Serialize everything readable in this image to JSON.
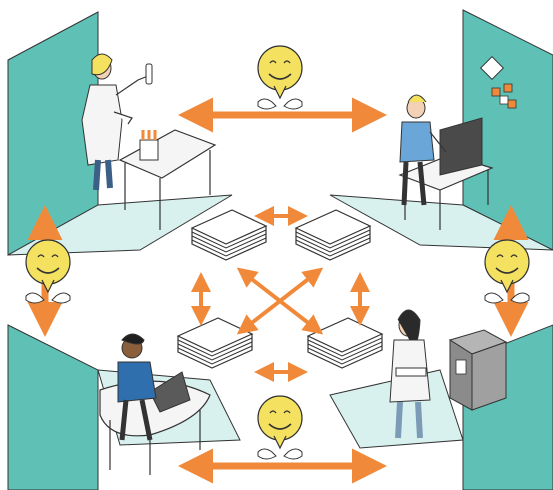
{
  "illustration": {
    "subject": "",
    "colors": {
      "teal_wall": "#5fc0b5",
      "floor_tint": "#d8f1ee",
      "arrow_orange": "#f08a3a",
      "emoji_yellow": "#f4e160",
      "paper": "#ffffff",
      "line": "#333333",
      "skin": "#f2d1b6",
      "jacket_blue": "#6aa6d7",
      "grey_equipment": "#8b8b8b"
    },
    "icons": [
      "smiley-handshake-badge",
      "arrow-horizontal",
      "arrow-vertical",
      "paper-stack"
    ]
  }
}
